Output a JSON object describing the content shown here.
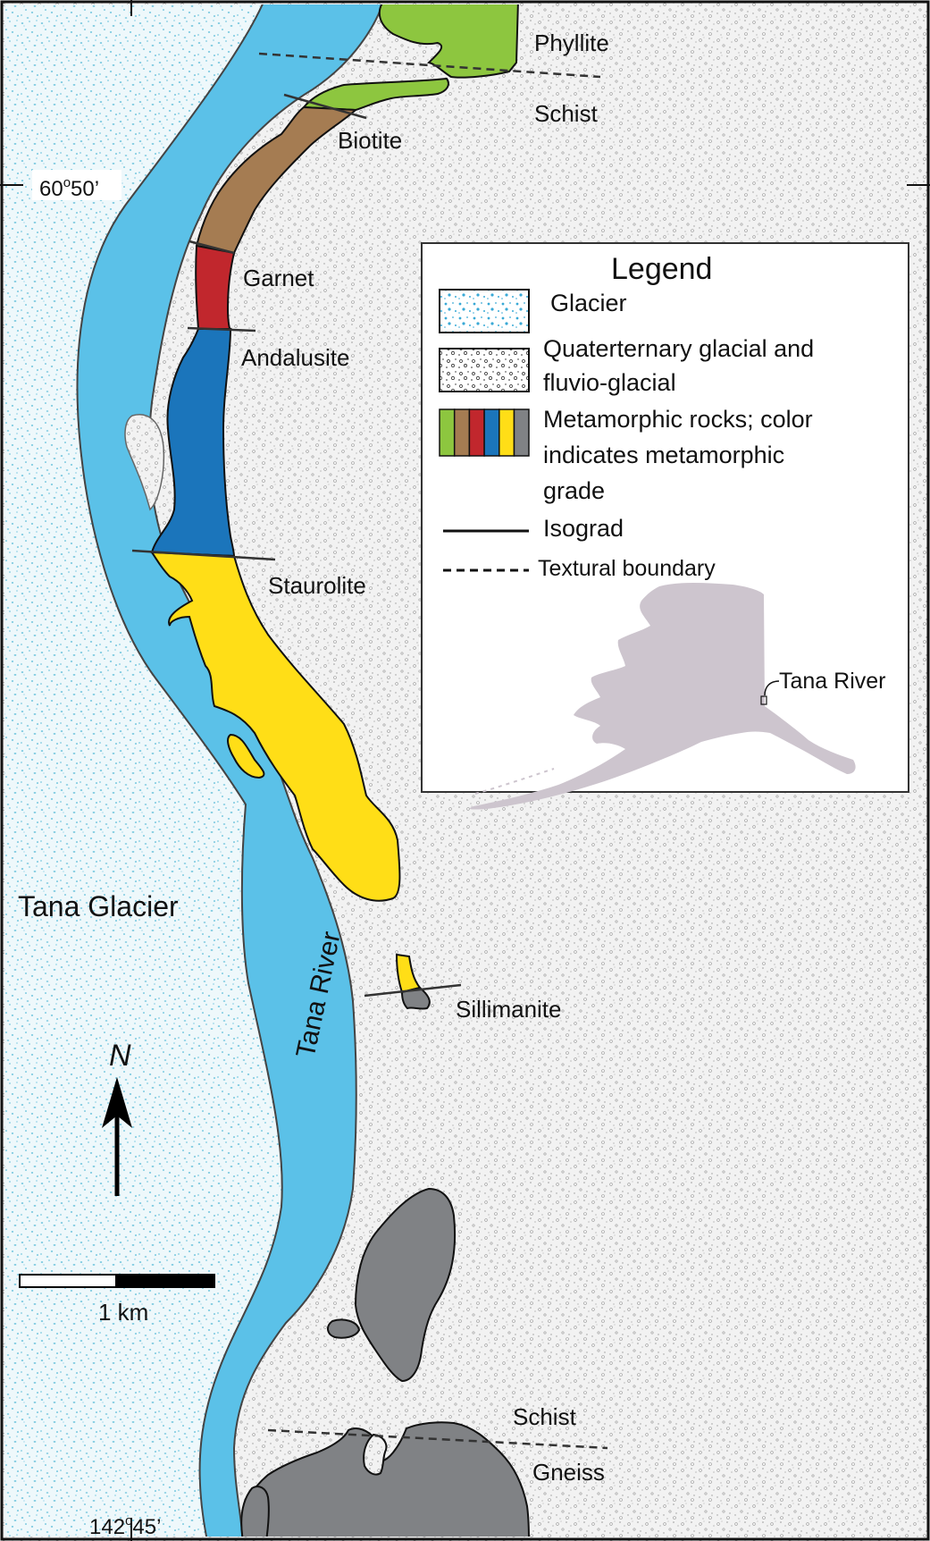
{
  "map": {
    "colors": {
      "glacier_fill": "#eef8fb",
      "glacier_dots": "#5bbcd8",
      "river": "#5bc1e8",
      "quaternary_fill": "#f2f2f2",
      "quaternary_dots": "#9a9a9a",
      "phyllite": "#8dc63f",
      "biotite": "#a57c52",
      "garnet": "#c1272d",
      "andalusite": "#1b75bb",
      "staurolite": "#ffde17",
      "sillimanite": "#808285",
      "alaska": "#cdc5ce"
    },
    "labels": {
      "phyllite": "Phyllite",
      "schist_top": "Schist",
      "biotite": "Biotite",
      "garnet": "Garnet",
      "andalusite": "Andalusite",
      "staurolite": "Staurolite",
      "sillimanite": "Sillimanite",
      "schist_bottom": "Schist",
      "gneiss": "Gneiss",
      "tana_glacier": "Tana Glacier",
      "tana_river": "Tana River",
      "latitude_deg": "60",
      "latitude_sup": "o",
      "latitude_min": "50’",
      "longitude_deg": "142",
      "longitude_sup": "o",
      "longitude_min": "45’"
    },
    "north_arrow": {
      "label": "N"
    },
    "scale_bar": {
      "label": "1 km"
    }
  },
  "legend": {
    "title": "Legend",
    "items": {
      "glacier": "Glacier",
      "quaternary_line1": "Quaterternary glacial and",
      "quaternary_line2": "fluvio-glacial",
      "metamorphic_line1": "Metamorphic rocks; color",
      "metamorphic_line2": "indicates metamorphic",
      "metamorphic_line3": "grade",
      "isograd": "Isograd",
      "textural": "Textural boundary"
    },
    "inset_label": "Tana River"
  }
}
